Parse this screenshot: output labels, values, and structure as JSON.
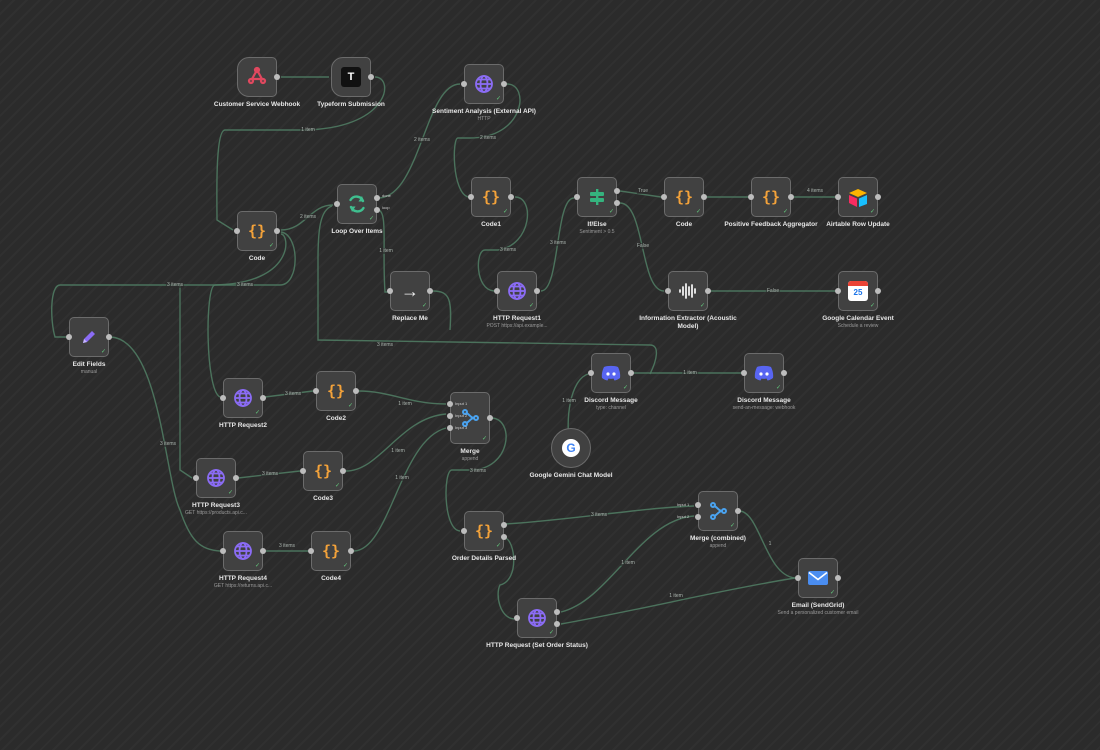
{
  "nodes": {
    "webhook": {
      "label": "Customer Service Webhook",
      "sub": ""
    },
    "typeform": {
      "label": "Typeform Submission",
      "sub": ""
    },
    "code_main": {
      "label": "Code",
      "sub": ""
    },
    "loop": {
      "label": "Loop Over Items",
      "sub": ""
    },
    "sentiment": {
      "label": "Sentiment Analysis (External API)",
      "sub": "HTTP"
    },
    "code1": {
      "label": "Code1",
      "sub": ""
    },
    "ifelse": {
      "label": "If/Else",
      "sub": "Sentiment > 0.5"
    },
    "code_true": {
      "label": "Code",
      "sub": ""
    },
    "aggregator": {
      "label": "Positive Feedback Aggregator",
      "sub": ""
    },
    "airtable": {
      "label": "Airtable Row Update",
      "sub": ""
    },
    "replace_me": {
      "label": "Replace Me",
      "sub": ""
    },
    "http_req1": {
      "label": "HTTP Request1",
      "sub": "POST https://api.example..."
    },
    "info_extractor": {
      "label": "Information Extractor (Acoustic Model)",
      "sub": ""
    },
    "gcal": {
      "label": "Google Calendar Event",
      "sub": "Schedule a review"
    },
    "edit_fields": {
      "label": "Edit Fields",
      "sub": "manual"
    },
    "http_req2": {
      "label": "HTTP Request2",
      "sub": ""
    },
    "code2": {
      "label": "Code2",
      "sub": ""
    },
    "http_req3": {
      "label": "HTTP Request3",
      "sub": "GET https://products.api.c..."
    },
    "code3": {
      "label": "Code3",
      "sub": ""
    },
    "http_req4": {
      "label": "HTTP Request4",
      "sub": "GET https://returns.api.c..."
    },
    "code4": {
      "label": "Code4",
      "sub": ""
    },
    "merge": {
      "label": "Merge",
      "sub": "append"
    },
    "discord1": {
      "label": "Discord Message",
      "sub": "type: channel"
    },
    "discord2": {
      "label": "Discord Message",
      "sub": "send-an-message: webhook"
    },
    "gemini": {
      "label": "Google Gemini Chat Model",
      "sub": ""
    },
    "order_details": {
      "label": "Order Details Parsed",
      "sub": ""
    },
    "merge_combined": {
      "label": "Merge (combined)",
      "sub": "append"
    },
    "email": {
      "label": "Email (SendGrid)",
      "sub": "Send a personalized customer email"
    },
    "http_set_order": {
      "label": "HTTP Request (Set Order Status)",
      "sub": ""
    }
  },
  "ports": {
    "loop_done": "done",
    "loop_loop": "loop",
    "merge_in1": "Input 1",
    "merge_in2": "Input 2",
    "merge_in3": "Input 3",
    "mc_in1": "Input 1",
    "mc_in2": "Input 2"
  },
  "edges": {
    "webhook_code": "1 item",
    "loop_sentiment": "2 items",
    "sentiment_code1": "2 items",
    "code_loop": "2 items",
    "loop_replace": "1 item",
    "code1_http1": "3 items",
    "http1_ifelse": "3 items",
    "ifelse_true": "True",
    "aggregator_airtable": "4 items",
    "ifelse_false": "False",
    "info_gcal": "False",
    "code_edit": "3 items",
    "code_http2": "3 items",
    "replace_discord": "3 items",
    "http2_code2": "3 items",
    "code2_merge": "1 item",
    "edit_http4": "3 items",
    "http3_code3": "3 items",
    "code3_merge": "1 item",
    "http4_code4": "3 items",
    "code4_merge": "1 item",
    "discord_discord": "1 item",
    "gemini_discord": "1 item",
    "merge_order": "3 items",
    "order_mc": "3 items",
    "http_mc": "1 item",
    "http_email": "1 item",
    "mc_email": "1"
  },
  "icons": {
    "webhook": "webhook-icon",
    "typeform": "typeform-icon",
    "code": "code-braces-icon",
    "loop": "loop-icon",
    "http": "globe-icon",
    "ifelse": "if-split-icon",
    "airtable": "airtable-icon",
    "replace": "arrow-right-icon",
    "extractor": "waveform-icon",
    "gcal": "google-calendar-icon",
    "edit": "pencil-icon",
    "merge": "merge-icon",
    "discord": "discord-icon",
    "gemini": "google-icon",
    "email": "mail-icon"
  },
  "colors": {
    "canvas": "#2b2b2b",
    "node": "#414141",
    "edge": "#4f7a62",
    "code": "#f3a23a",
    "http": "#8b6cf5",
    "ifelse": "#35b37e",
    "webhook": "#e0485f",
    "discord": "#5865f2",
    "success": "#63c97d"
  },
  "calendar_day": "25"
}
